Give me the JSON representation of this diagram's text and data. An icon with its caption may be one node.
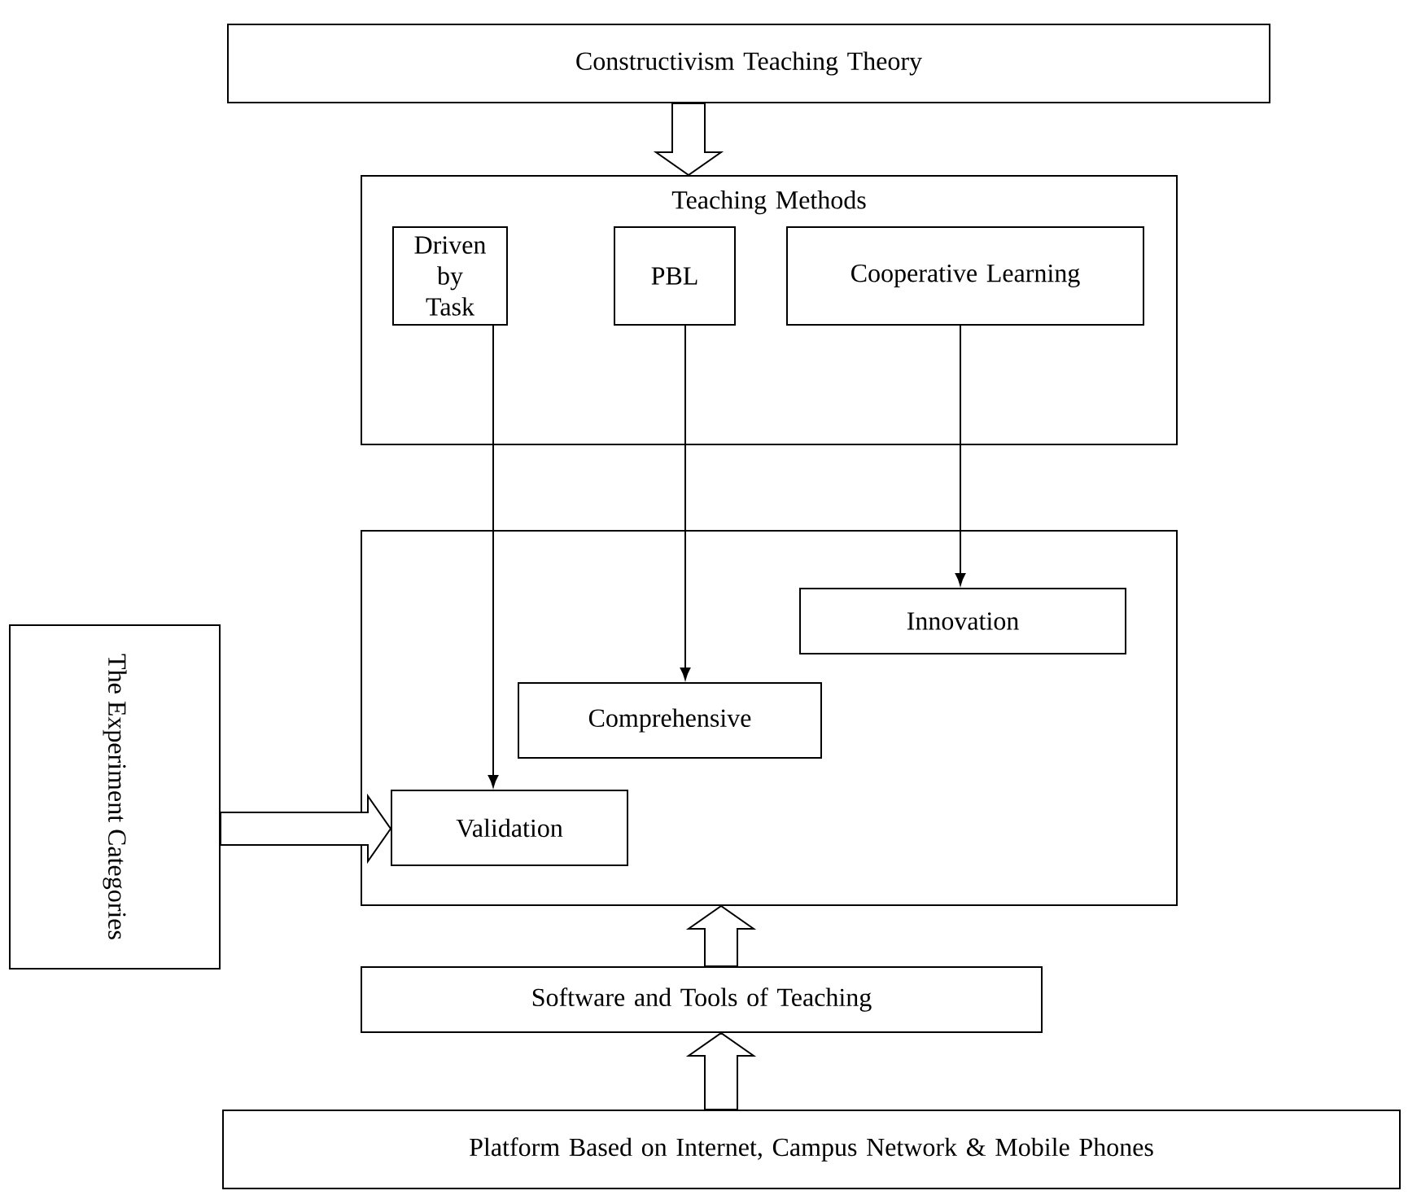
{
  "diagram": {
    "nodes": [
      {
        "text": [
          "Constructivism Teaching Theory"
        ]
      },
      {
        "text": [
          "Teaching Methods"
        ]
      },
      {
        "text": [
          "Driven by Task"
        ],
        "in": 1
      },
      {
        "text": [
          "PBL"
        ],
        "in": 1
      },
      {
        "text": [
          "Cooperative Learning"
        ],
        "in": 1
      },
      {
        "text": [],
        "shape": "box"
      },
      {
        "text": [
          "Innovation"
        ],
        "in": 5
      },
      {
        "text": [
          "Comprehensive"
        ],
        "in": 5
      },
      {
        "text": [
          "Validation"
        ],
        "in": 5
      },
      {
        "text": [
          "The Experiment Categories"
        ]
      },
      {
        "text": [
          "Software and Tools of Teaching"
        ]
      },
      {
        "text": [
          "Platform Based on Internet, Campus Network & Mobile Phones"
        ]
      }
    ],
    "edges": [
      {
        "from": 0,
        "to": 1,
        "arrow": "to",
        "style": "thick"
      },
      {
        "from": 2,
        "to": 8,
        "arrow": "to"
      },
      {
        "from": 3,
        "to": 7,
        "arrow": "to"
      },
      {
        "from": 4,
        "to": 6,
        "arrow": "to"
      },
      {
        "from": 9,
        "to": 8,
        "arrow": "to",
        "style": "thick"
      },
      {
        "from": 10,
        "to": 5,
        "arrow": "to",
        "style": "thick"
      },
      {
        "from": 11,
        "to": 10,
        "arrow": "to",
        "style": "thick"
      }
    ]
  }
}
